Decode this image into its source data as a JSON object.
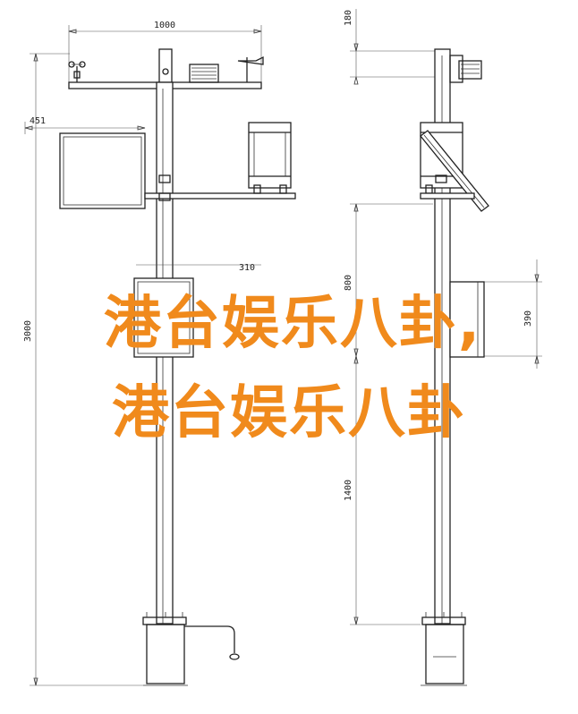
{
  "dimensions": {
    "width_top": "1000",
    "arm_offset": "451",
    "box_width": "310",
    "height_total": "3000",
    "height_top": "180",
    "height_mid": "800",
    "height_box": "390",
    "height_low": "1400"
  },
  "overlay": {
    "line1": "港台娱乐八卦,",
    "line2": "港台娱乐八卦"
  }
}
